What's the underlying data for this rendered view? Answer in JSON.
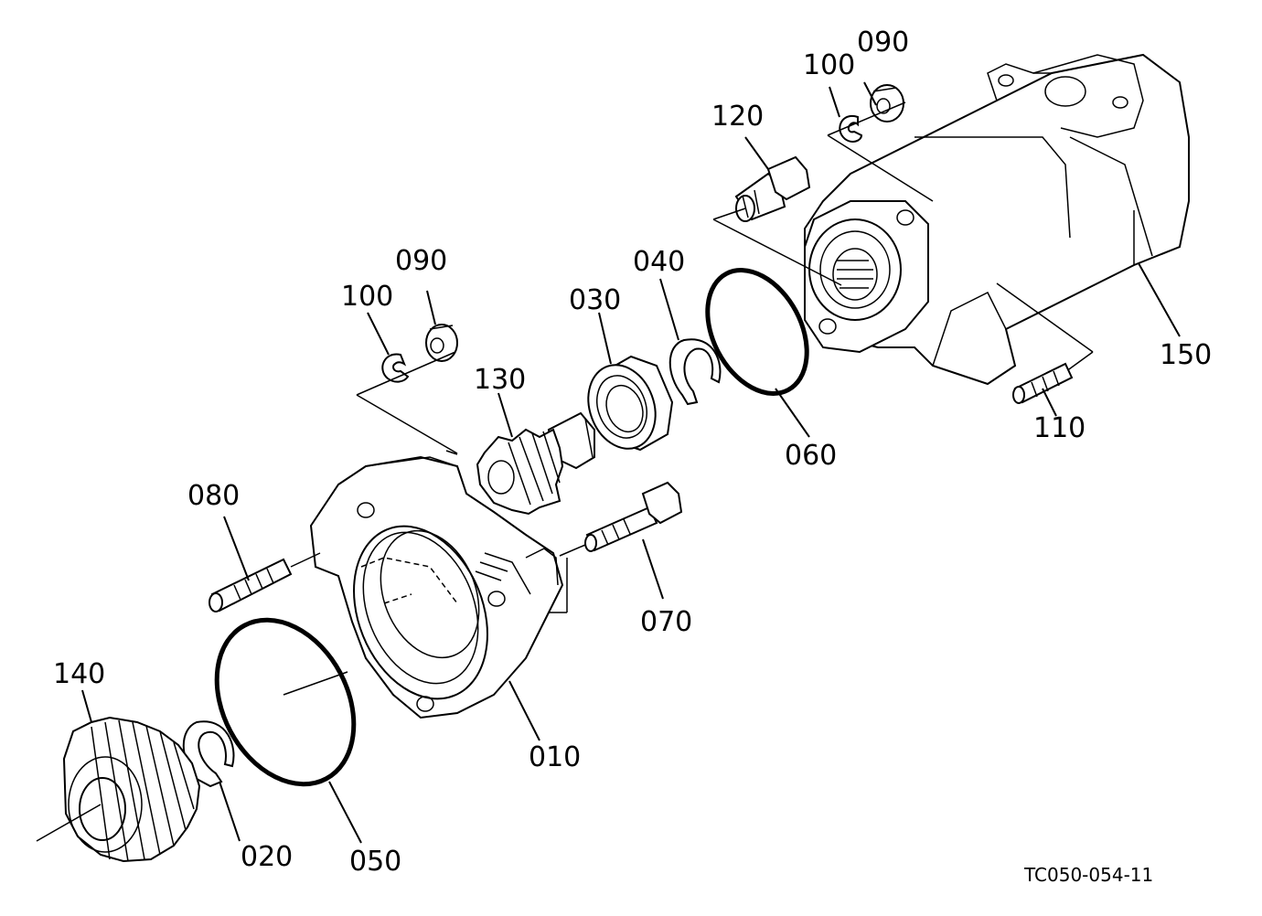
{
  "diagram": {
    "part_labels": {
      "p090_top": "090",
      "p100_top": "100",
      "p120": "120",
      "p150": "150",
      "p110": "110",
      "p060": "060",
      "p040": "040",
      "p030": "030",
      "p090_mid": "090",
      "p100_mid": "100",
      "p130": "130",
      "p080": "080",
      "p070": "070",
      "p010": "010",
      "p140": "140",
      "p020": "020",
      "p050": "050"
    },
    "drawing_code": "TC050-054-11"
  }
}
